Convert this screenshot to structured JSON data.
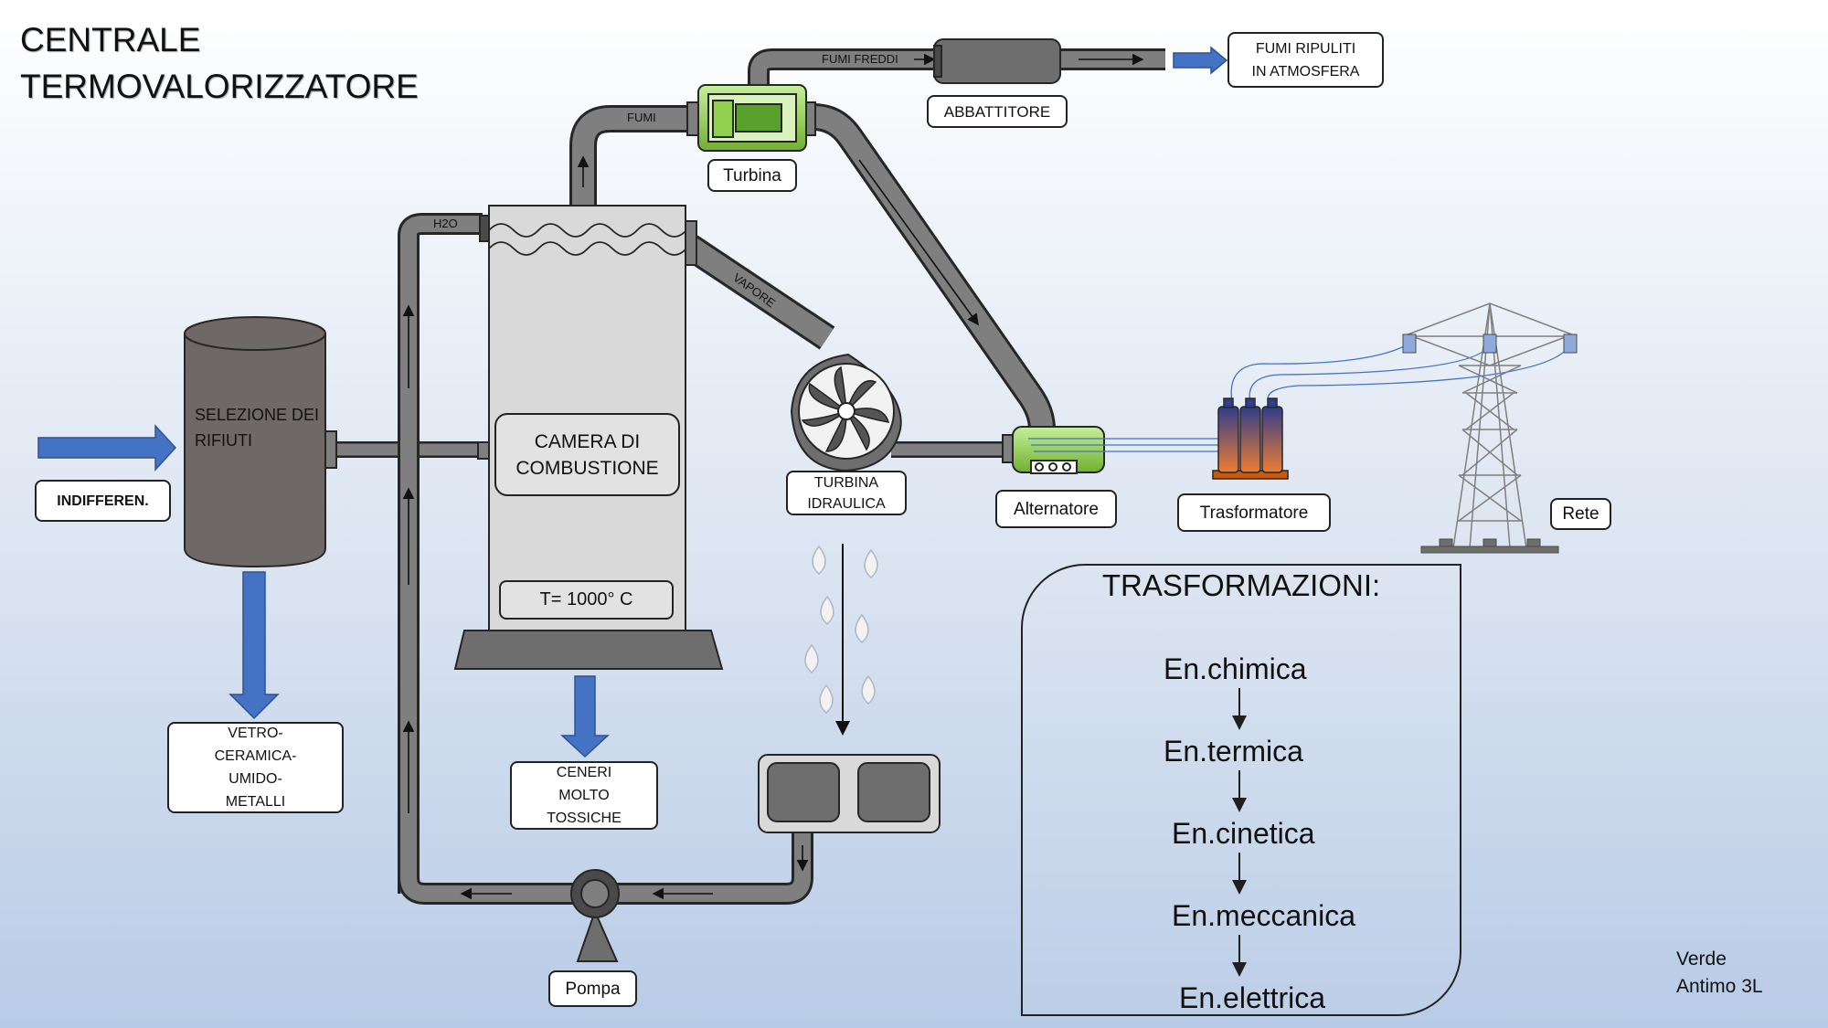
{
  "title": {
    "line1": "CENTRALE",
    "line2": "TERMOVALORIZZATORE"
  },
  "labels": {
    "indifferen": "INDIFFEREN.",
    "selezione": "SELEZIONE DEI RIFIUTI",
    "vetro": [
      "VETRO-",
      "CERAMICA-",
      "UMIDO-",
      "METALLI"
    ],
    "camera": [
      "CAMERA DI",
      "COMBUSTIONE"
    ],
    "temperatura": "T= 1000° C",
    "ceneri": [
      "CENERI",
      "MOLTO",
      "TOSSICHE"
    ],
    "turbina_idraulica": [
      "TURBINA",
      "IDRAULICA"
    ],
    "pompa": "Pompa",
    "turbina": "Turbina",
    "abbattitore": "ABBATTITORE",
    "fumi_ripuliti": [
      "FUMI RIPULITI",
      "IN ATMOSFERA"
    ],
    "alternatore": "Alternatore",
    "trasformatore": "Trasformatore",
    "rete": "Rete",
    "pipe_fumi": "FUMI",
    "pipe_fumi_freddi": "FUMI FREDDI",
    "pipe_h2o": "H2O",
    "pipe_vapore": "VAPORE"
  },
  "trasformazioni": {
    "title": "TRASFORMAZIONI:",
    "steps": [
      "En.chimica",
      "En.termica",
      "En.cinetica",
      "En.meccanica",
      "En.elettrica"
    ]
  },
  "author": {
    "line1": "Verde",
    "line2": "Antimo 3L"
  },
  "colors": {
    "pipe": "#7f7f7f",
    "pipe_outline": "#262626",
    "blue_arrow": "#4472c4",
    "silo": "#6e6867",
    "chamber": "#d9d9d9",
    "turbine_green": "#92d050",
    "transformer_top": "#2f3d8c",
    "transformer_bottom": "#ed7d31"
  }
}
